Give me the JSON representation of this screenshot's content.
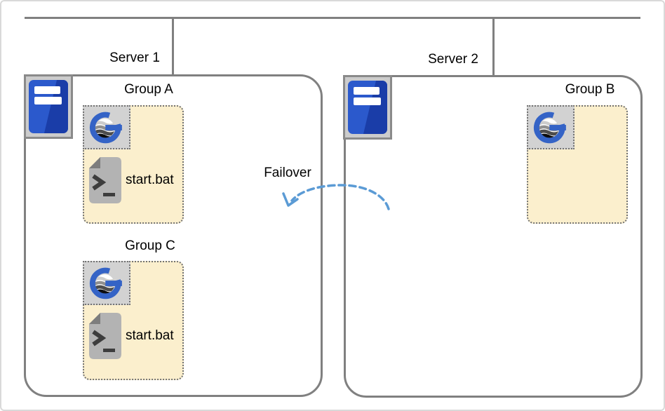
{
  "servers": [
    {
      "label": "Server 1"
    },
    {
      "label": "Server 2"
    }
  ],
  "groups": [
    {
      "label": "Group A",
      "script_label": "start.bat"
    },
    {
      "label": "Group C",
      "script_label": "start.bat"
    },
    {
      "label": "Group B"
    }
  ],
  "failover": {
    "label": "Failover"
  },
  "icons": {
    "server": "server-tower-icon",
    "group_app": "g-logo-globe-icon",
    "script": "batch-file-terminal-icon",
    "arrow": "failover-dashed-arrow"
  },
  "colors": {
    "connector_gray": "#808080",
    "group_fill": "#FBEFCD",
    "dotted_border": "#737373",
    "icon_panel_gray": "#D2D2D2",
    "server_icon_bg": "#CCCCCC",
    "server_icon_border": "#8A8A8A",
    "server_blue": "#2B59CC",
    "server_blue_dark": "#1A3DA8",
    "logo_blue": "#3463C6",
    "file_gray": "#B3B3B3",
    "file_fold_gray": "#7D7D7D",
    "failover_arrow_blue": "#5B9BD5"
  }
}
